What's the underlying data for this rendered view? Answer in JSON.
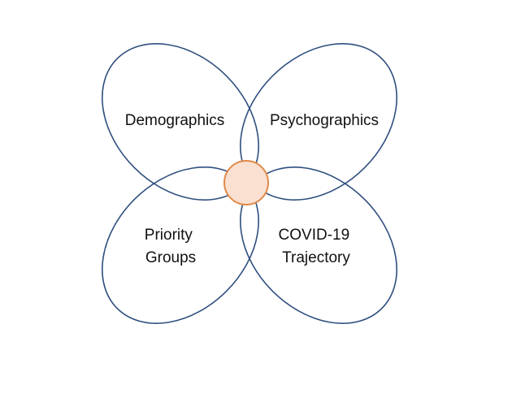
{
  "diagram": {
    "petals": {
      "top_left": {
        "lines": [
          "Demographics"
        ]
      },
      "top_right": {
        "lines": [
          "Psychographics"
        ]
      },
      "bottom_left": {
        "lines": [
          "Priority",
          "Groups"
        ]
      },
      "bottom_right": {
        "lines": [
          "COVID-19",
          "Trajectory"
        ]
      }
    },
    "colors": {
      "petal_stroke": "#2f4f7f",
      "center_fill": "#fae0d0",
      "center_stroke": "#e08a4a",
      "text": "#111111"
    }
  }
}
